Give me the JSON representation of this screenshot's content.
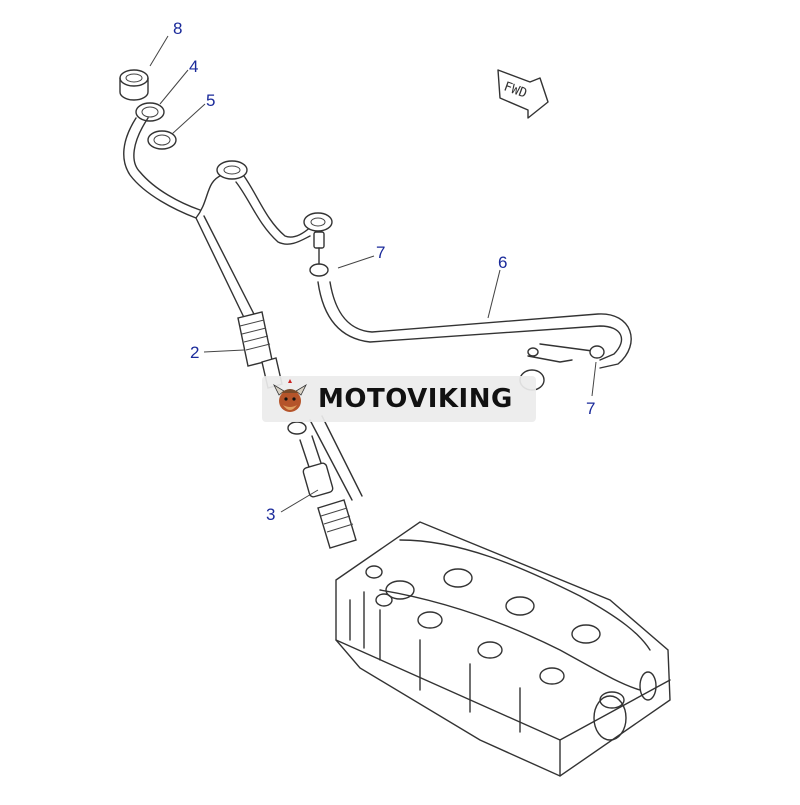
{
  "diagram": {
    "callouts": [
      {
        "id": "c8",
        "label": "8"
      },
      {
        "id": "c4",
        "label": "4"
      },
      {
        "id": "c5",
        "label": "5"
      },
      {
        "id": "c7a",
        "label": "7"
      },
      {
        "id": "c6",
        "label": "6"
      },
      {
        "id": "c2",
        "label": "2"
      },
      {
        "id": "c7b",
        "label": "7"
      },
      {
        "id": "c3",
        "label": "3"
      }
    ],
    "direction_marker": "FWD",
    "colors": {
      "callout": "#1a2a9a",
      "line": "#333333"
    }
  },
  "watermark": {
    "brand": "MOTOVIKING",
    "logo_icon": "viking-mascot-icon"
  }
}
